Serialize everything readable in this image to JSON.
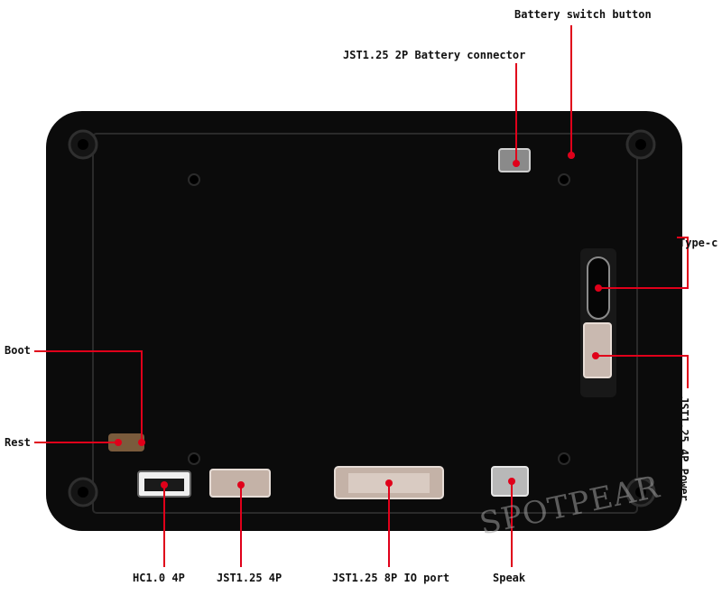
{
  "colors": {
    "board": "#0b0b0b",
    "leader": "#e0001a",
    "text": "#111111"
  },
  "labels": {
    "battery_switch": "Battery switch button",
    "jst_battery": "JST1.25 2P Battery connector",
    "type_c": "Type-c",
    "boot": "Boot",
    "rest": "Rest",
    "jst_power": "JST1.25 4P Power",
    "hc_4p": "HC1.0 4P",
    "jst_4p": "JST1.25 4P",
    "jst_8p": "JST1.25 8P IO port",
    "speak": "Speak"
  },
  "watermark": "SPOTPEAR"
}
